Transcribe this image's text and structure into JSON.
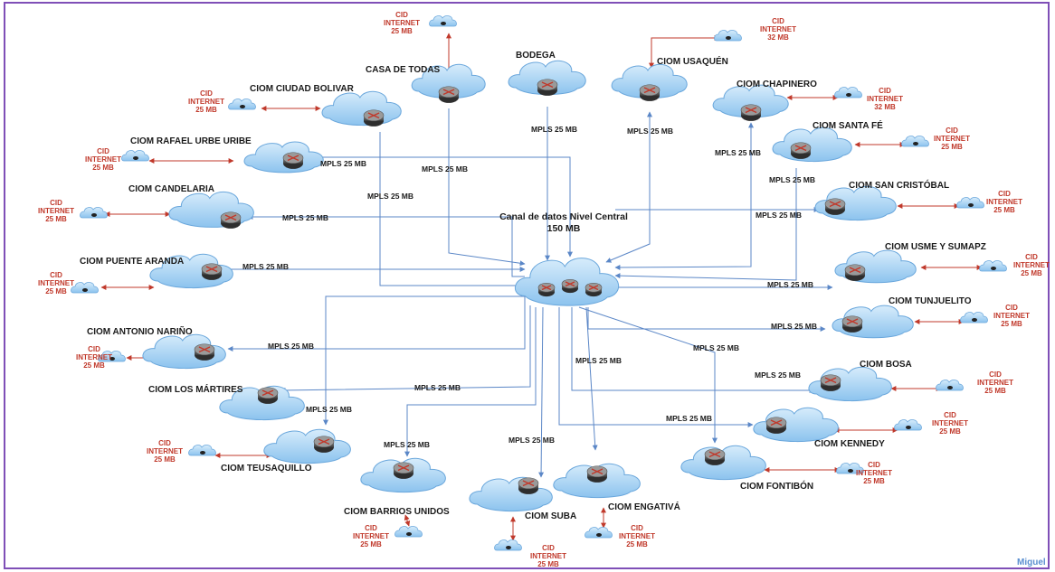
{
  "center": {
    "title_line1": "Canal de datos Nivel Central",
    "title_line2": "150 MB"
  },
  "signature": "Miguel",
  "mpls_label": "MPLS 25 MB",
  "colors": {
    "border": "#7f4fb7",
    "link": "#5b87c7",
    "internet_link": "#c0392b",
    "cloud_fill": "#9fcdf0",
    "cloud_stroke": "#6aa7dc",
    "router": "#5a5a5a"
  },
  "nodes": [
    {
      "id": "casa-de-todas",
      "title": "CASA DE TODAS",
      "internet_lines": [
        "CID",
        "INTERNET",
        "25 MB"
      ]
    },
    {
      "id": "bodega",
      "title": "BODEGA",
      "internet_lines": []
    },
    {
      "id": "usaquen",
      "title": "CIOM USAQUÉN",
      "internet_lines": [
        "CID",
        "INTERNET",
        "32 MB"
      ]
    },
    {
      "id": "chapinero",
      "title": "CIOM CHAPINERO",
      "internet_lines": [
        "CID",
        "INTERNET",
        "32 MB"
      ]
    },
    {
      "id": "ciudad-bolivar",
      "title": "CIOM CIUDAD BOLIVAR",
      "internet_lines": [
        "CID",
        "INTERNET",
        "25 MB"
      ]
    },
    {
      "id": "santa-fe",
      "title": "CIOM SANTA FÉ",
      "internet_lines": [
        "CID",
        "INTERNET",
        "25 MB"
      ]
    },
    {
      "id": "rafael-uribe",
      "title": "CIOM RAFAEL URBE URIBE",
      "internet_lines": [
        "CID",
        "INTERNET",
        "25 MB"
      ]
    },
    {
      "id": "san-cristobal",
      "title": "CIOM SAN CRISTÓBAL",
      "internet_lines": [
        "CID",
        "INTERNET",
        "25 MB"
      ]
    },
    {
      "id": "candelaria",
      "title": "CIOM CANDELARIA",
      "internet_lines": [
        "CID",
        "INTERNET",
        "25 MB"
      ]
    },
    {
      "id": "usme",
      "title": "CIOM USME Y SUMAPZ",
      "internet_lines": [
        "CID",
        "INTERNET",
        "25 MB"
      ]
    },
    {
      "id": "puente-aranda",
      "title": "CIOM PUENTE ARANDA",
      "internet_lines": [
        "CID",
        "INTERNET",
        "25 MB"
      ]
    },
    {
      "id": "tunjuelito",
      "title": "CIOM TUNJUELITO",
      "internet_lines": [
        "CID",
        "INTERNET",
        "25 MB"
      ]
    },
    {
      "id": "antonio-narino",
      "title": "CIOM ANTONIO NARIÑO",
      "internet_lines": [
        "CID",
        "INTERNET",
        "25 MB"
      ]
    },
    {
      "id": "bosa",
      "title": "CIOM BOSA",
      "internet_lines": [
        "CID",
        "INTERNET",
        "25 MB"
      ]
    },
    {
      "id": "los-martires",
      "title": "CIOM LOS MÁRTIRES",
      "internet_lines": []
    },
    {
      "id": "kennedy",
      "title": "CIOM KENNEDY",
      "internet_lines": [
        "CID",
        "INTERNET",
        "25 MB"
      ]
    },
    {
      "id": "teusaquillo",
      "title": "CIOM TEUSAQUILLO",
      "internet_lines": [
        "CID",
        "INTERNET",
        "25 MB"
      ]
    },
    {
      "id": "fontibon",
      "title": "CIOM FONTIBÓN",
      "internet_lines": [
        "CID",
        "INTERNET",
        "25 MB"
      ]
    },
    {
      "id": "barrios-unidos",
      "title": "CIOM BARRIOS UNIDOS",
      "internet_lines": [
        "CID",
        "INTERNET",
        "25 MB"
      ]
    },
    {
      "id": "suba",
      "title": "CIOM SUBA",
      "internet_lines": [
        "CID",
        "INTERNET",
        "25 MB"
      ]
    },
    {
      "id": "engativa",
      "title": "CIOM ENGATIVÁ",
      "internet_lines": [
        "CID",
        "INTERNET",
        "25 MB"
      ]
    }
  ]
}
